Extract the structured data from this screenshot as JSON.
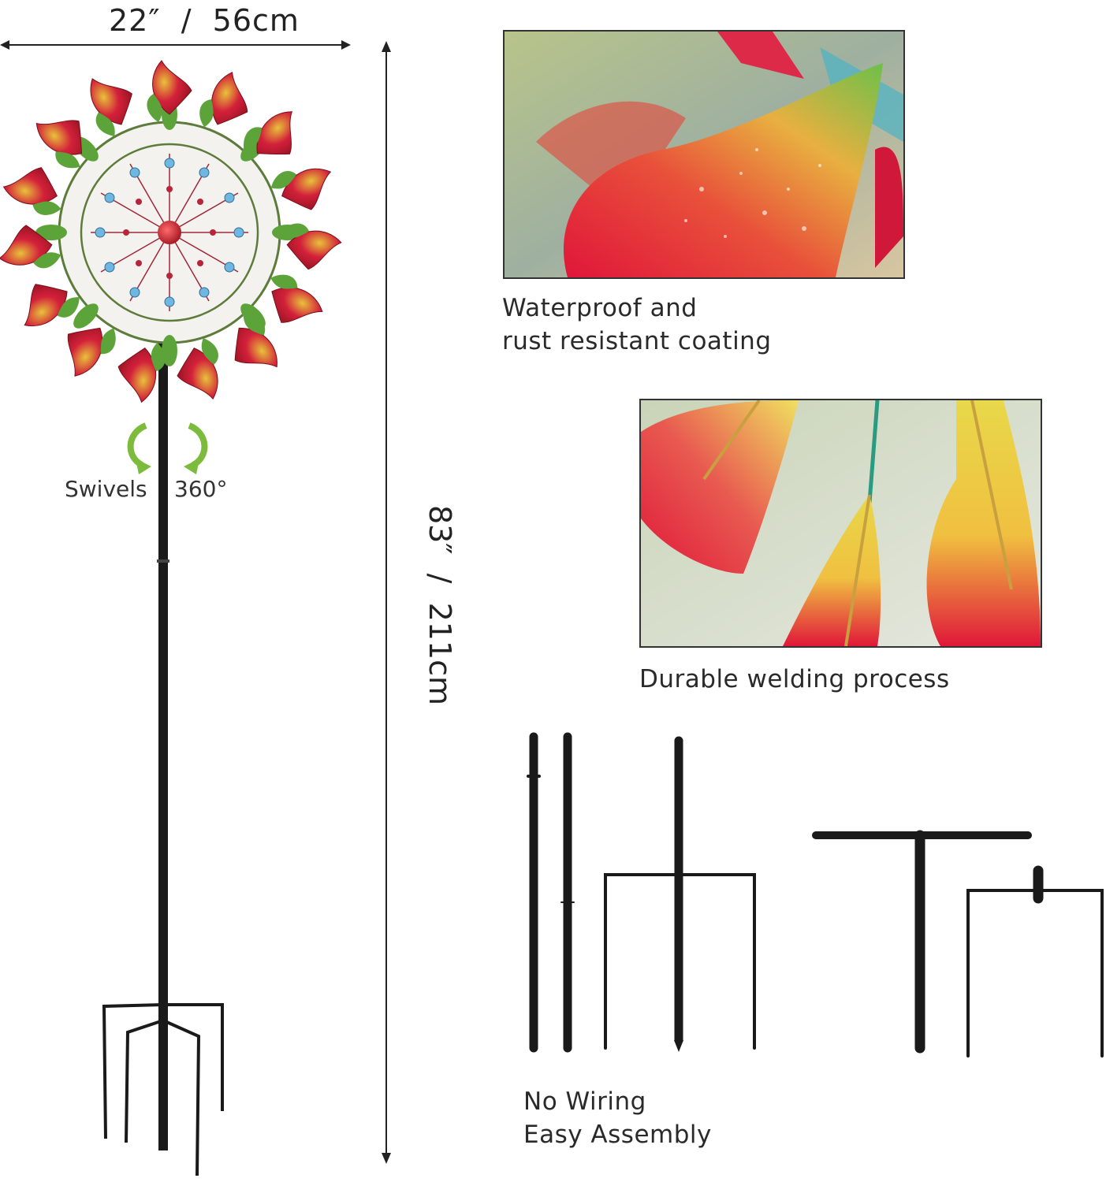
{
  "dimensions": {
    "width_label": "22″  /  56cm",
    "height_label": "83″  /  211cm"
  },
  "spinner": {
    "swivel_left": "Swivels",
    "swivel_right": "360°"
  },
  "features": [
    {
      "line1": "Waterproof and",
      "line2": "rust resistant coating"
    },
    {
      "line1": "Durable welding process"
    },
    {
      "line1": "No Wiring",
      "line2": "Easy Assembly"
    }
  ],
  "colors": {
    "petal_red": "#d3213a",
    "petal_yellow": "#e8c23a",
    "leaf_green": "#5ca33a",
    "bead_blue": "#6fb6e0",
    "pole_black": "#1a1a1a",
    "arrow_green": "#7dbb3c"
  }
}
